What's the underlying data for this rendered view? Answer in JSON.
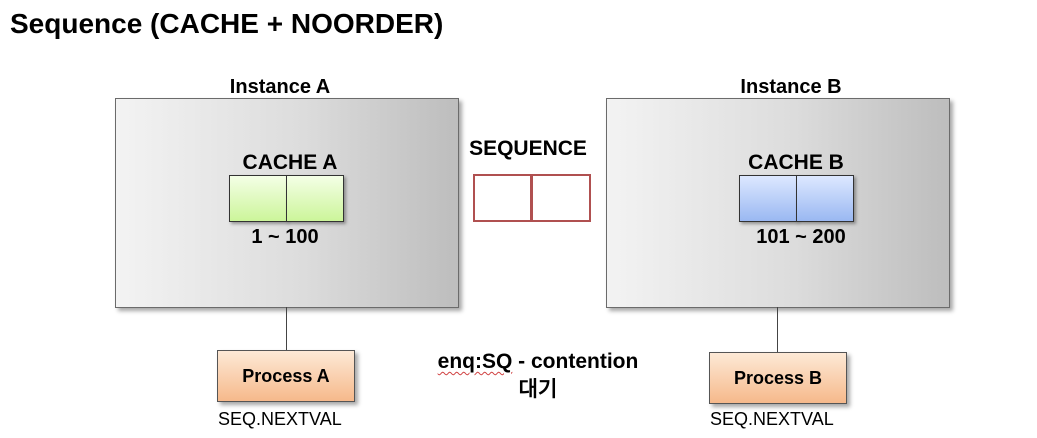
{
  "title": "Sequence (CACHE + NOORDER)",
  "instance_a": {
    "label": "Instance A",
    "cache_label": "CACHE A",
    "range": "1 ~ 100",
    "process_label": "Process A",
    "call": "SEQ.NEXTVAL",
    "cache_color": "#ccf59a"
  },
  "instance_b": {
    "label": "Instance B",
    "cache_label": "CACHE B",
    "range": "101 ~ 200",
    "process_label": "Process B",
    "call": "SEQ.NEXTVAL",
    "cache_color": "#9ab8f2"
  },
  "sequence": {
    "label": "SEQUENCE",
    "border_color": "#b05050"
  },
  "wait_event": {
    "event": "enq:SQ",
    "suffix": " - contention",
    "line2": "대기"
  }
}
